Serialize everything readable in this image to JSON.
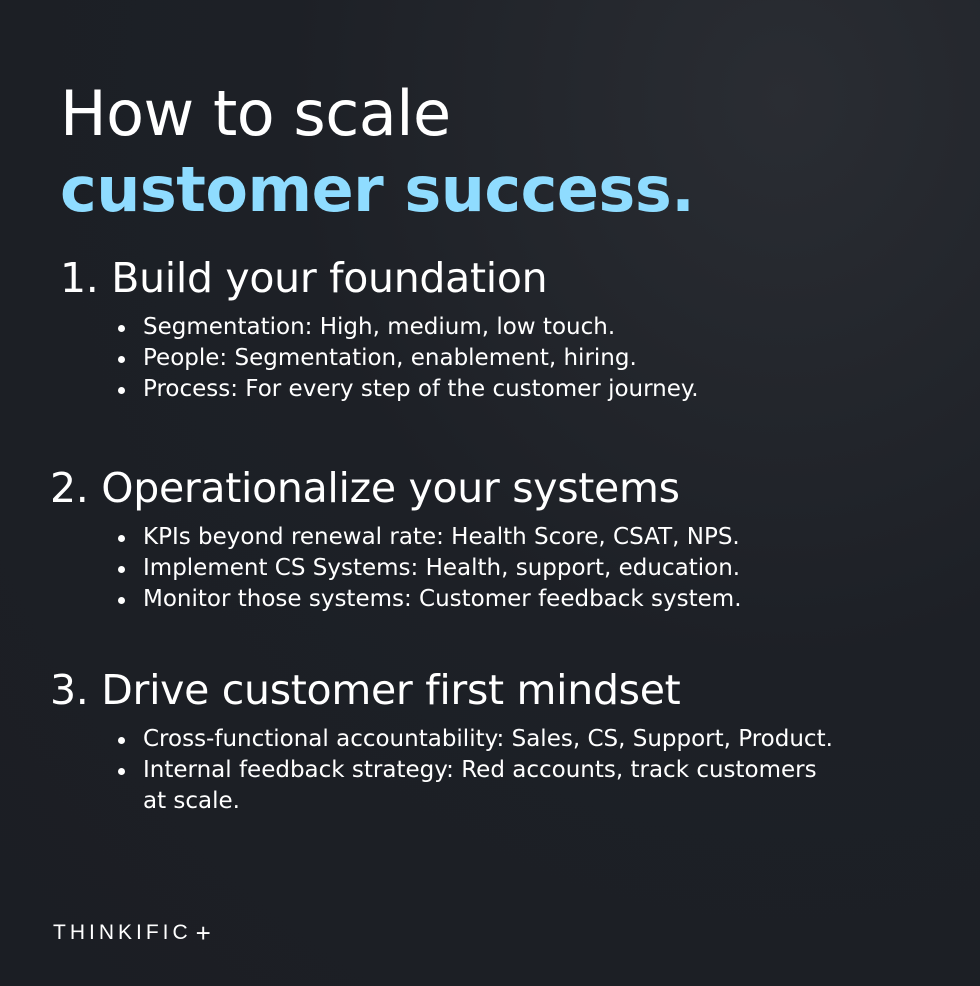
{
  "headline": {
    "line1": "How to scale",
    "line2": "customer success."
  },
  "sections": [
    {
      "title": "1. Build your foundation",
      "bullets": [
        "Segmentation: High, medium, low touch.",
        "People: Segmentation, enablement, hiring.",
        "Process: For every step of the customer journey."
      ]
    },
    {
      "title": "2. Operationalize your systems",
      "bullets": [
        "KPIs beyond renewal rate: Health Score, CSAT, NPS.",
        "Implement CS Systems: Health, support, education.",
        "Monitor those systems: Customer feedback system."
      ]
    },
    {
      "title": "3. Drive customer first mindset",
      "bullets": [
        "Cross-functional accountability: Sales, CS, Support, Product.",
        "Internal feedback strategy: Red accounts, track customers at scale."
      ]
    }
  ],
  "brand": {
    "name": "THINKIFIC",
    "symbol": "+"
  },
  "colors": {
    "accent": "#8fdcff",
    "background": "#1d2026",
    "text": "#ffffff"
  }
}
